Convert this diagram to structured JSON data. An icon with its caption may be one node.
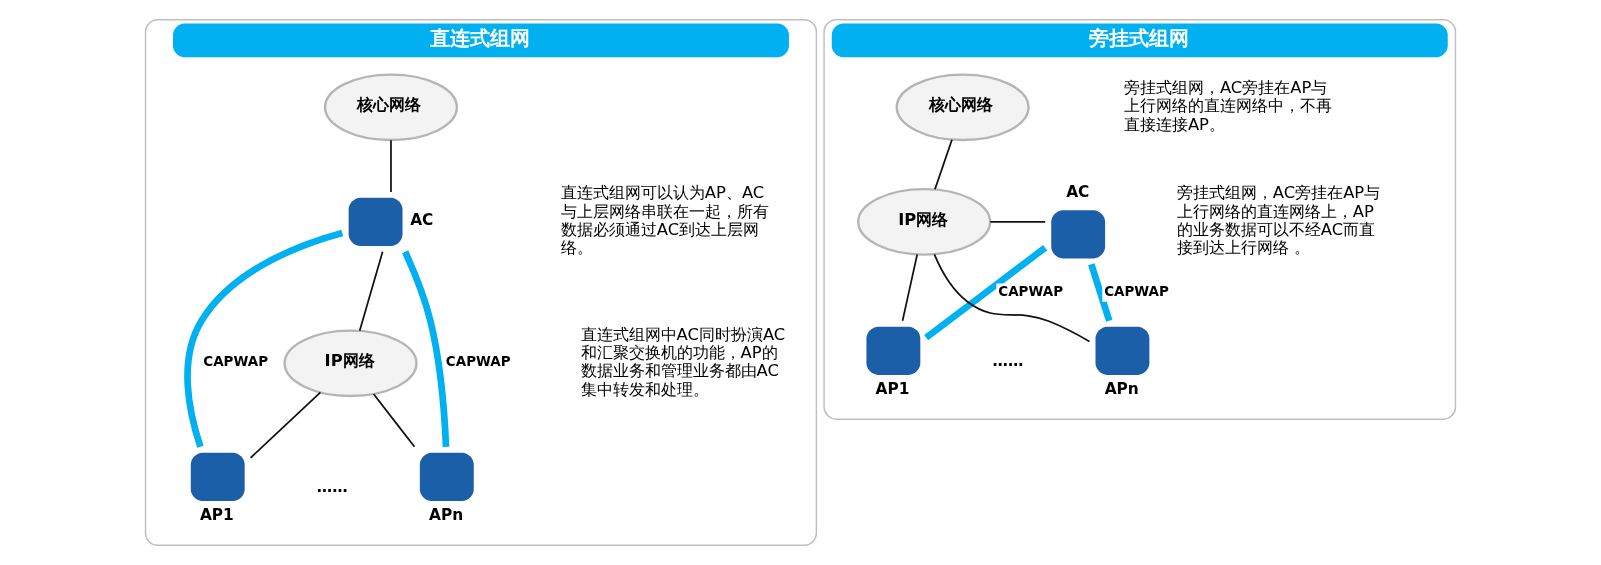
{
  "diagram": {
    "nodes": [
      {
        "text": [
          "直连式组网"
        ]
      },
      {
        "text": [
          "核心网络"
        ],
        "in": 0
      },
      {
        "text": [
          "AC"
        ],
        "in": 0
      },
      {
        "text": [
          "IP网络"
        ],
        "in": 0
      },
      {
        "text": [
          "AP1"
        ],
        "in": 0
      },
      {
        "text": [
          "APn"
        ],
        "in": 0
      },
      {
        "text": [
          "旁挂式组网"
        ]
      },
      {
        "text": [
          "核心网络"
        ],
        "in": 6
      },
      {
        "text": [
          "AC"
        ],
        "in": 6
      },
      {
        "text": [
          "IP网络"
        ],
        "in": 6
      },
      {
        "text": [
          "AP1"
        ],
        "in": 6
      },
      {
        "text": [
          "APn"
        ],
        "in": 6
      }
    ],
    "edges": [
      {
        "from": 1,
        "to": 2,
        "arrow": "none"
      },
      {
        "from": 2,
        "to": 3,
        "arrow": "none"
      },
      {
        "from": 3,
        "to": 4,
        "arrow": "none"
      },
      {
        "from": 3,
        "to": 5,
        "arrow": "none"
      },
      {
        "from": 2,
        "to": 4,
        "arrow": "none",
        "label": "CAPWAP",
        "style": "thick",
        "color": "#00b0f0"
      },
      {
        "from": 2,
        "to": 5,
        "arrow": "none",
        "label": "CAPWAP",
        "style": "thick",
        "color": "#00b0f0"
      },
      {
        "from": 7,
        "to": 9,
        "arrow": "none"
      },
      {
        "from": 9,
        "to": 8,
        "arrow": "none"
      },
      {
        "from": 9,
        "to": 10,
        "arrow": "none"
      },
      {
        "from": 9,
        "to": 11,
        "arrow": "none"
      },
      {
        "from": 8,
        "to": 10,
        "arrow": "none",
        "label": "CAPWAP",
        "style": "thick",
        "color": "#00b0f0"
      },
      {
        "from": 8,
        "to": 11,
        "arrow": "none",
        "label": "CAPWAP",
        "style": "thick",
        "color": "#00b0f0"
      }
    ],
    "labels": [
      "……",
      "直连式组网可以认为AP、AC与上层网络串联在一起，所有数据必须通过AC到达上层网络。",
      "直连式组网中AC同时扮演AC和汇聚交换机的功能，AP的数据业务和管理业务都由AC集中转发和处理。",
      "……",
      "旁挂式组网，AC旁挂在AP与上行网络的直连网络中，不再直接连接AP。",
      "旁挂式组网，AC旁挂在AP与上行网络的直连网络上，AP的业务数据可以不经AC而直接到达上行网络 。"
    ]
  }
}
